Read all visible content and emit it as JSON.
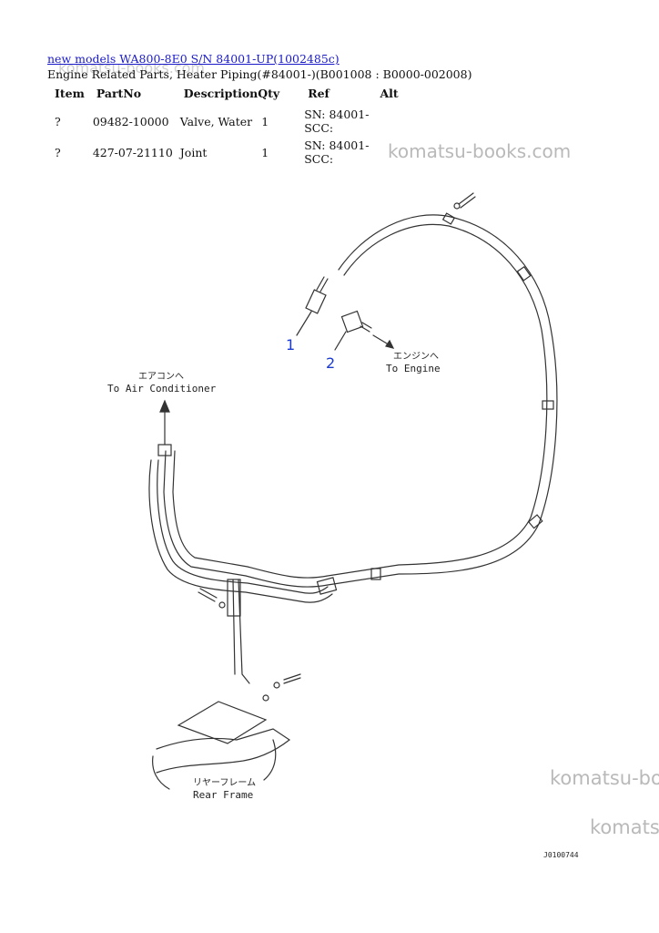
{
  "header": {
    "link_text": "new models WA800-8E0 S/N 84001-UP(1002485c)",
    "subtitle": "Engine Related Parts, Heater Piping(#84001-)(B001008 : B0000-002008)"
  },
  "table": {
    "columns": [
      "Item",
      "PartNo",
      "Description",
      "Qty",
      "Ref",
      "Alt"
    ],
    "rows": [
      {
        "item": "?",
        "partno": "09482-10000",
        "description": "Valve, Water",
        "qty": "1",
        "ref_line1": "SN: 84001-",
        "ref_line2": "SCC:",
        "alt": ""
      },
      {
        "item": "?",
        "partno": "427-07-21110",
        "description": "Joint",
        "qty": "1",
        "ref_line1": "SN: 84001-",
        "ref_line2": "SCC:",
        "alt": ""
      }
    ]
  },
  "watermarks": {
    "top_overlay": "komatsu-books.com",
    "right_upper": "komatsu-books.com",
    "right_lower_1": "komatsu-bo",
    "right_lower_2": "komats"
  },
  "diagram": {
    "callout_1": "1",
    "callout_2": "2",
    "engine_jp": "エンジンへ",
    "engine_en": "To Engine",
    "aircon_jp": "エアコンへ",
    "aircon_en": "To Air Conditioner",
    "frame_jp": "リヤーフレーム",
    "frame_en": "Rear Frame",
    "drawing_code": "J0100744"
  },
  "colors": {
    "link": "#1a1ac8",
    "callout": "#1a3ad0",
    "watermark": "#b9b9b9"
  }
}
